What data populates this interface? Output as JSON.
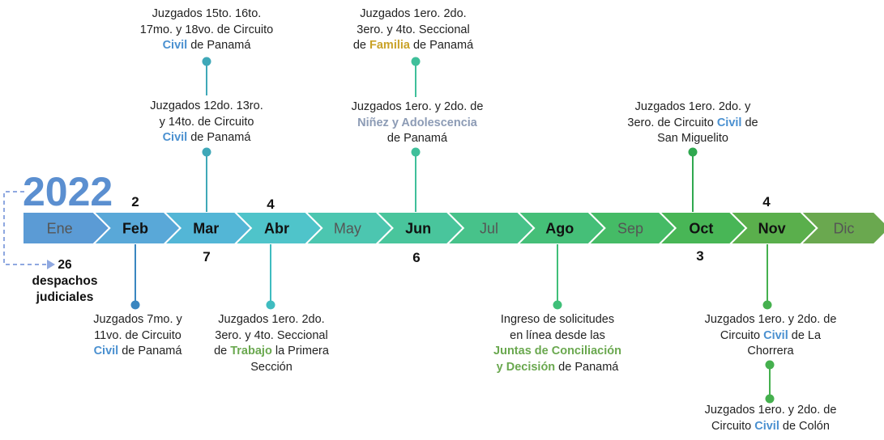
{
  "year": "2022",
  "total": {
    "count": "26",
    "line1": "despachos",
    "line2": "judiciales"
  },
  "months": [
    {
      "label": "Ene",
      "bold": false,
      "color": "#5b9bd5"
    },
    {
      "label": "Feb",
      "bold": true,
      "color": "#59a8d8"
    },
    {
      "label": "Mar",
      "bold": true,
      "color": "#53b6d6"
    },
    {
      "label": "Abr",
      "bold": true,
      "color": "#4fc4ca"
    },
    {
      "label": "May",
      "bold": false,
      "color": "#4cc6b0"
    },
    {
      "label": "Jun",
      "bold": true,
      "color": "#49c59c"
    },
    {
      "label": "Jul",
      "bold": false,
      "color": "#47c28a"
    },
    {
      "label": "Ago",
      "bold": true,
      "color": "#45bf78"
    },
    {
      "label": "Sep",
      "bold": false,
      "color": "#45bb66"
    },
    {
      "label": "Oct",
      "bold": true,
      "color": "#48b656"
    },
    {
      "label": "Nov",
      "bold": true,
      "color": "#5aaf4c"
    },
    {
      "label": "Dic",
      "bold": false,
      "color": "#6aa84f"
    }
  ],
  "counts": {
    "feb": "2",
    "mar": "7",
    "abr": "4",
    "jun": "6",
    "oct": "3",
    "nov": "4"
  },
  "events": {
    "mar_top2": {
      "l1": "Juzgados 15to. 16to.",
      "l2": "17mo. y 18vo. de Circuito",
      "kw": "Civil",
      "tail": " de Panamá"
    },
    "mar_top1": {
      "l1": "Juzgados 12do. 13ro.",
      "l2": "y 14to. de Circuito",
      "kw": "Civil",
      "tail": " de Panamá"
    },
    "jun_top2": {
      "l1": "Juzgados 1ero. 2do.",
      "l2": "3ero. y 4to. Seccional",
      "pre": "de ",
      "kw": "Familia",
      "tail": " de Panamá"
    },
    "jun_top1": {
      "l1": "Juzgados 1ero. y 2do. de",
      "kw": "Niñez y Adolescencia",
      "l3": "de Panamá"
    },
    "oct_top": {
      "l1": "Juzgados 1ero. 2do. y",
      "pre": "3ero. de Circuito ",
      "kw": "Civil",
      "tail": " de",
      "l3": "San Miguelito"
    },
    "feb_bot": {
      "l1": "Juzgados 7mo. y",
      "l2": "11vo. de Circuito",
      "kw": "Civil",
      "tail": " de Panamá"
    },
    "abr_bot": {
      "l1": "Juzgados 1ero. 2do.",
      "l2": "3ero. y 4to. Seccional",
      "pre": "de ",
      "kw": "Trabajo",
      "tail": " la Primera",
      "l4": "Sección"
    },
    "ago_bot": {
      "l1": "Ingreso de solicitudes",
      "l2": "en línea desde las",
      "kw1": "Juntas de Conciliación",
      "kw2": "y Decisión",
      "tail": " de Panamá"
    },
    "nov_bot1": {
      "l1": "Juzgados 1ero. y 2do. de",
      "pre": "Circuito ",
      "kw": "Civil",
      "tail": " de La",
      "l3": "Chorrera"
    },
    "nov_bot2": {
      "l1": "Juzgados 1ero. y 2do. de",
      "pre": "Circuito ",
      "kw": "Civil",
      "tail": " de Colón"
    }
  },
  "colors": {
    "year": "#5b8fd0",
    "civil": "#4a90d0",
    "familia": "#c9a227",
    "ninez": "#8c9bb5",
    "trabajo": "#6aa84f",
    "dashed": "#8fa8e0"
  }
}
